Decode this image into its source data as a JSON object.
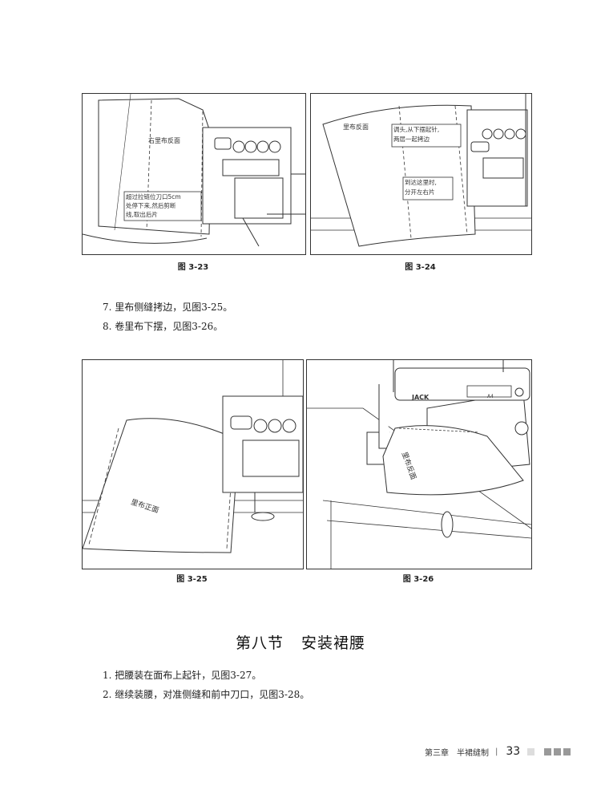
{
  "figures": {
    "f23": {
      "caption": "图 3-23",
      "label_top": "右里布反面",
      "note_lines": [
        "超过拉链位刀口5cm",
        "处停下来,然后剪断",
        "线,取出后片"
      ]
    },
    "f24": {
      "caption": "图 3-24",
      "label_top": "里布反面",
      "note1_lines": [
        "调头,从下摆起针,",
        "两层一起拷边"
      ],
      "note2_lines": [
        "到达这里时,",
        "分开左右片"
      ]
    },
    "f25": {
      "caption": "图 3-25",
      "label": "里布正面"
    },
    "f26": {
      "caption": "图 3-26",
      "label": "里布反面",
      "brand": "JACK",
      "model": "A4"
    }
  },
  "steps": {
    "s7": "7. 里布侧缝拷边，见图3-25。",
    "s8": "8. 卷里布下摆，见图3-26。",
    "s1": "1. 把腰装在面布上起针，见图3-27。",
    "s2": "2. 继续装腰，对准侧缝和前中刀口，见图3-28。"
  },
  "section": {
    "number": "第八节",
    "title": "安装裙腰"
  },
  "footer": {
    "chapter": "第三章　半裙缝制",
    "page": "33"
  },
  "colors": {
    "line": "#333333",
    "paper": "#ffffff"
  }
}
